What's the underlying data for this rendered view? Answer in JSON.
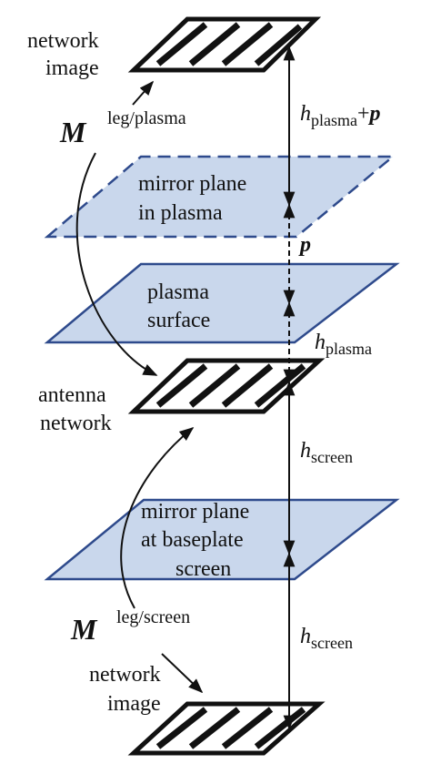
{
  "labels": {
    "network_image_top_line1": "network",
    "network_image_top_line2": "image",
    "m_leg_plasma_symbol": "M",
    "m_leg_plasma_sup": "leg/plasma",
    "mirror_plasma_line1": "mirror plane",
    "mirror_plasma_line2": "in plasma",
    "plasma_surface_line1": "plasma",
    "plasma_surface_line2": "surface",
    "antenna_line1": "antenna",
    "antenna_line2": "network",
    "mirror_base_line1": "mirror plane",
    "mirror_base_line2": "at baseplate",
    "mirror_base_line3": "screen",
    "m_leg_screen_symbol": "M",
    "m_leg_screen_sup": "leg/screen",
    "network_image_bottom_line1": "network",
    "network_image_bottom_line2": "image"
  },
  "dimensions": {
    "h_symbol": "h",
    "plasma_sub": "plasma",
    "screen_sub": "screen",
    "plus": "+",
    "p_symbol": "p"
  },
  "colors": {
    "plane_fill": "#c9d7ec",
    "plane_stroke": "#2e4a8c",
    "network_stroke": "#111111",
    "arrow": "#111111"
  }
}
